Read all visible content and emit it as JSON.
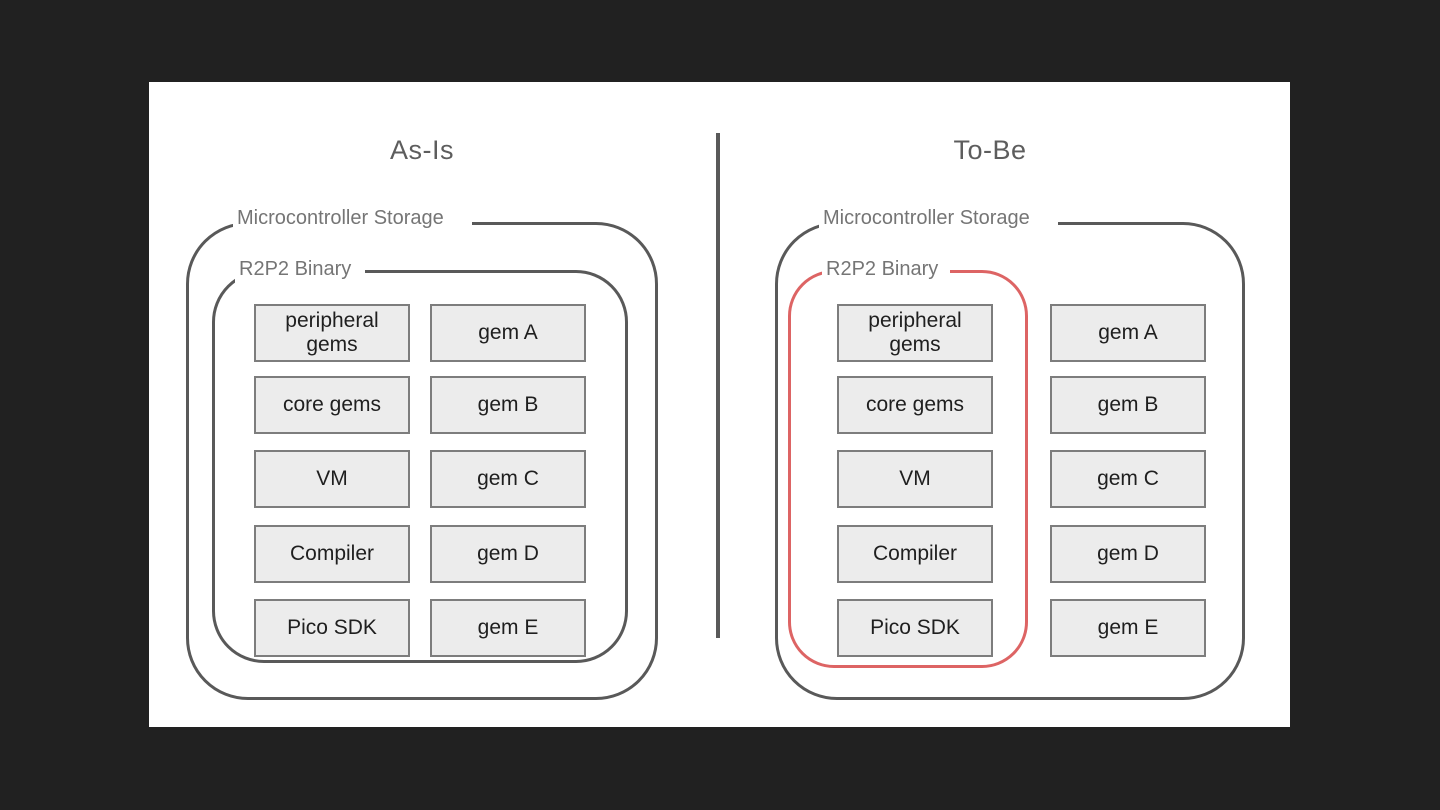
{
  "slide": {
    "background": "#ffffff",
    "page_background": "#212121"
  },
  "colors": {
    "container_outline": "#595959",
    "highlight_outline": "#dd6464",
    "box_fill": "#ececec",
    "box_border": "#7d7d7d",
    "label_text": "#757575",
    "title_text": "#5d5d5d",
    "box_text": "#1f1f1f"
  },
  "divider": {
    "orientation": "vertical"
  },
  "panels": [
    {
      "id": "as-is",
      "title": "As-Is",
      "storage_label": "Microcontroller Storage",
      "binary_label": "R2P2 Binary",
      "binary_highlighted": false,
      "gems_inside_binary": true,
      "stack": [
        "peripheral gems",
        "core gems",
        "VM",
        "Compiler",
        "Pico SDK"
      ],
      "gems": [
        "gem A",
        "gem B",
        "gem C",
        "gem D",
        "gem E"
      ]
    },
    {
      "id": "to-be",
      "title": "To-Be",
      "storage_label": "Microcontroller Storage",
      "binary_label": "R2P2 Binary",
      "binary_highlighted": true,
      "gems_inside_binary": false,
      "stack": [
        "peripheral gems",
        "core gems",
        "VM",
        "Compiler",
        "Pico SDK"
      ],
      "gems": [
        "gem A",
        "gem B",
        "gem C",
        "gem D",
        "gem E"
      ]
    }
  ]
}
